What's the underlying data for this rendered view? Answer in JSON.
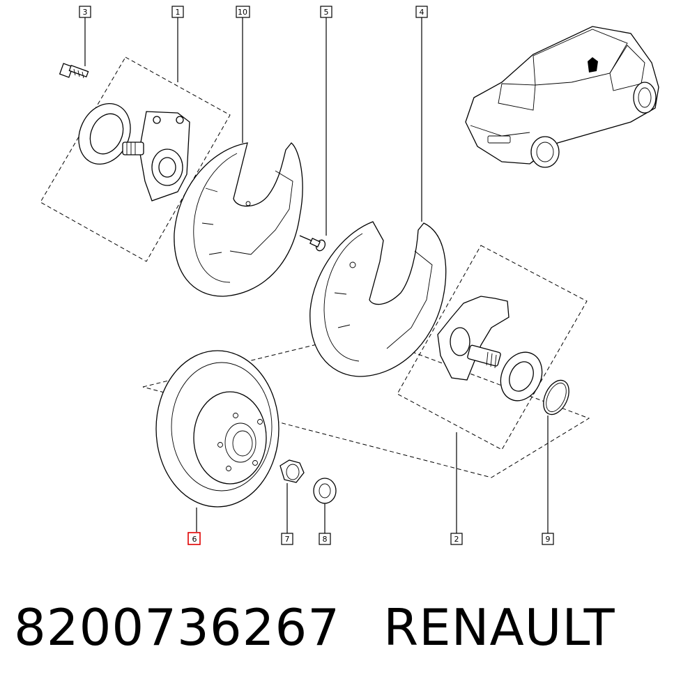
{
  "callouts": [
    {
      "id": "3",
      "label": "3"
    },
    {
      "id": "1",
      "label": "1"
    },
    {
      "id": "10",
      "label": "10"
    },
    {
      "id": "5",
      "label": "5"
    },
    {
      "id": "4",
      "label": "4"
    },
    {
      "id": "6",
      "label": "6",
      "highlighted": true
    },
    {
      "id": "7",
      "label": "7"
    },
    {
      "id": "8",
      "label": "8"
    },
    {
      "id": "2",
      "label": "2"
    },
    {
      "id": "9",
      "label": "9"
    }
  ],
  "footer": {
    "part_number": "8200736267",
    "brand": "RENAULT"
  },
  "colors": {
    "highlight": "#e00000",
    "line": "#000000",
    "background": "#ffffff"
  }
}
